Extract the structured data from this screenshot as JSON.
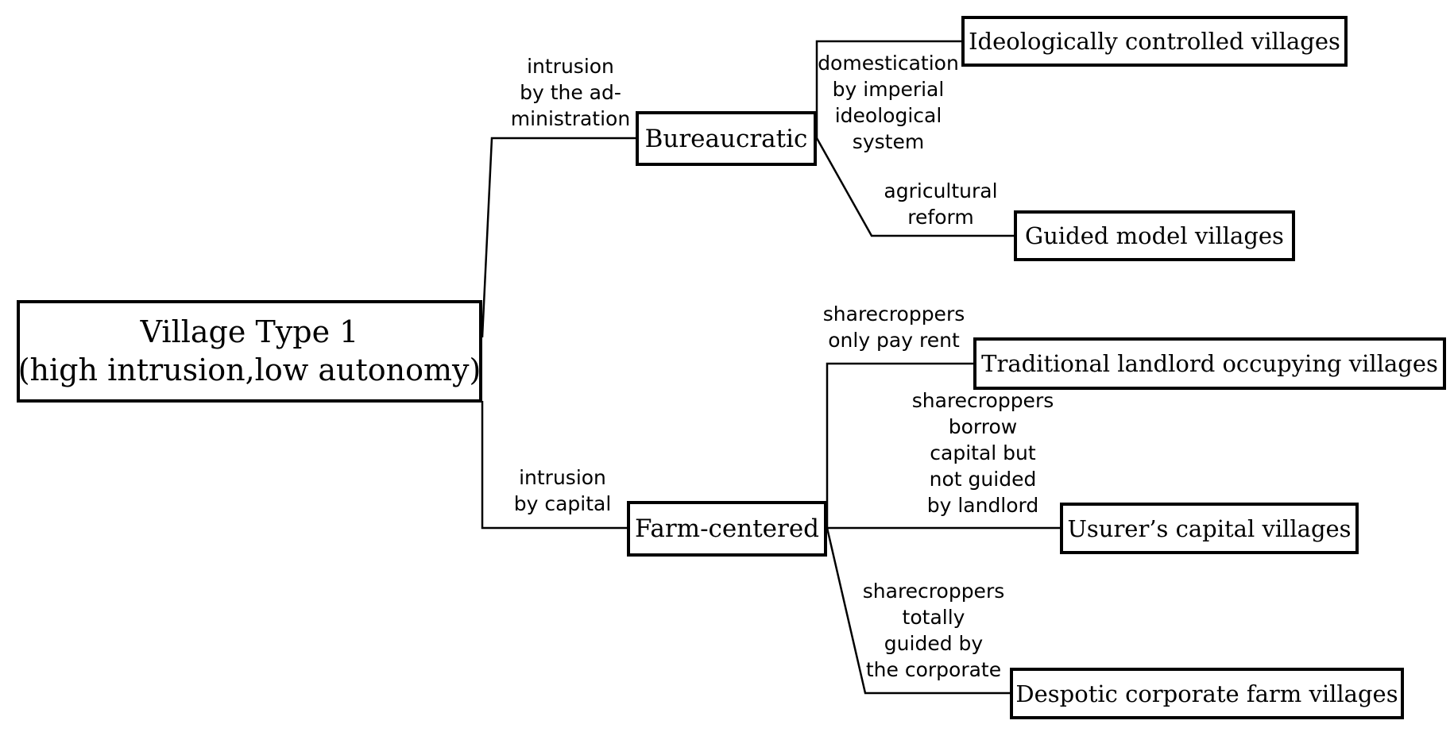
{
  "root": {
    "line1": "Village Type 1",
    "line2": "(high intrusion,low autonomy)"
  },
  "branches": {
    "bureaucratic": {
      "label": "Bureaucratic",
      "edge_label": [
        "intrusion",
        "by the ad-",
        "ministration"
      ]
    },
    "farm": {
      "label": "Farm-centered",
      "edge_label": [
        "intrusion",
        "by capital"
      ]
    }
  },
  "leaves": {
    "ideological": {
      "label": "Ideologically controlled villages",
      "edge_label": [
        "domestication",
        "by imperial",
        "ideological",
        "system"
      ]
    },
    "guided": {
      "label": "Guided model villages",
      "edge_label": [
        "agricultural",
        "reform"
      ]
    },
    "traditional": {
      "label": "Traditional landlord occupying villages",
      "edge_label": [
        "sharecroppers",
        "only pay rent"
      ]
    },
    "usurer": {
      "label": "Usurer’s capital villages",
      "edge_label": [
        "sharecroppers",
        "borrow",
        "capital but",
        "not guided",
        "by landlord"
      ]
    },
    "despotic": {
      "label": "Despotic corporate farm villages",
      "edge_label": [
        "sharecroppers",
        "totally",
        "guided by",
        "the corporate"
      ]
    }
  }
}
